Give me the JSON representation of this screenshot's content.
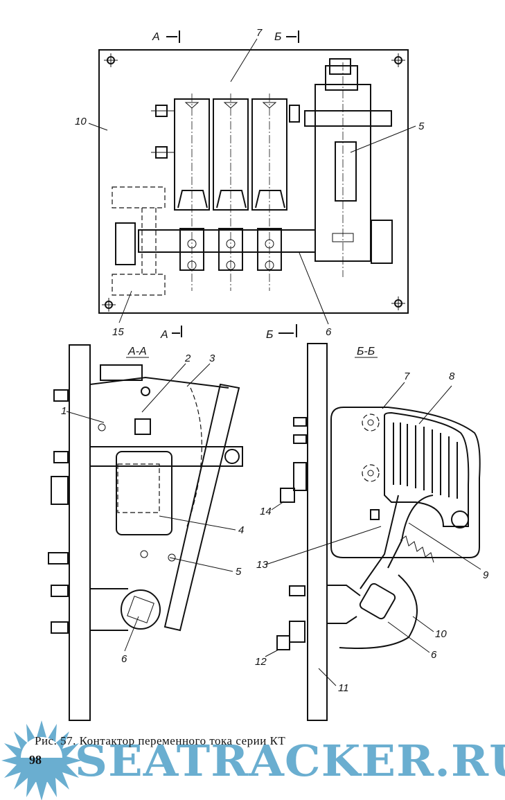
{
  "figure": {
    "caption": "Рис. 57. Контактор переменного тока серии КТ",
    "page_number": "98"
  },
  "watermark": {
    "text": "SEATRACKER.RU",
    "color": "#6aaed0",
    "icon": "sun-burst-icon"
  },
  "top_view": {
    "section_markers": {
      "a_top": "А",
      "b_top": "Б",
      "a_bottom": "А",
      "b_bottom": "Б"
    },
    "callouts": [
      "7",
      "5",
      "10",
      "15",
      "6"
    ]
  },
  "section_aa": {
    "title": "А-А",
    "callouts": [
      "1",
      "2",
      "3",
      "4",
      "5",
      "6"
    ]
  },
  "section_bb": {
    "title": "Б-Б",
    "callouts": [
      "7",
      "8",
      "9",
      "10",
      "6",
      "11",
      "12",
      "13",
      "14"
    ]
  }
}
